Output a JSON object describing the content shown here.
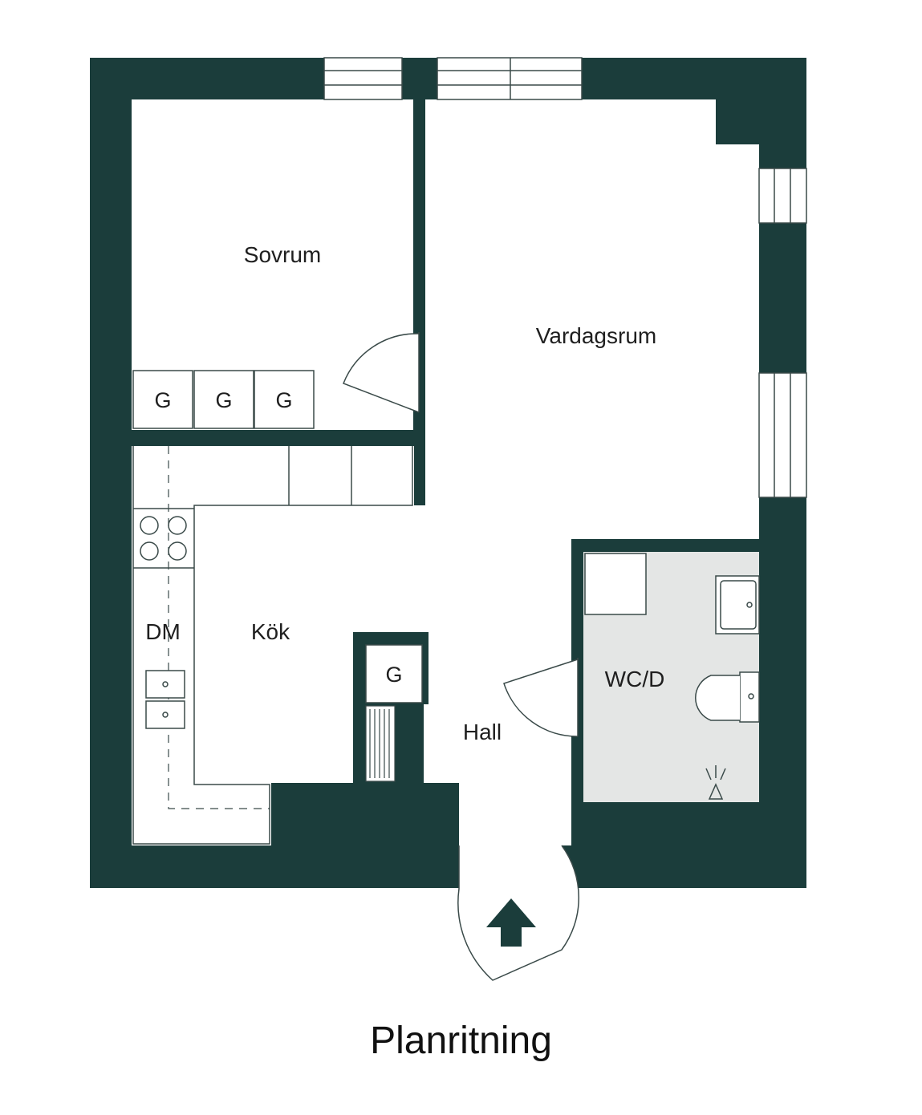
{
  "title": "Planritning",
  "rooms": {
    "sovrum": "Sovrum",
    "vardagsrum": "Vardagsrum",
    "kok": "Kök",
    "hall": "Hall",
    "wcd": "WC/D",
    "dm": "DM"
  },
  "wardrobe_label": "G",
  "colors": {
    "wall": "#1b3d3b",
    "floor": "#ffffff",
    "bathroom_floor": "#e4e6e5",
    "fixture_line": "#3a4a49"
  },
  "icons": {
    "entrance": "entrance-arrow-icon",
    "stove": "stove-burners-icon",
    "sink": "sink-icon",
    "toilet": "toilet-icon",
    "washbasin": "washbasin-icon",
    "shower": "shower-drain-icon"
  }
}
